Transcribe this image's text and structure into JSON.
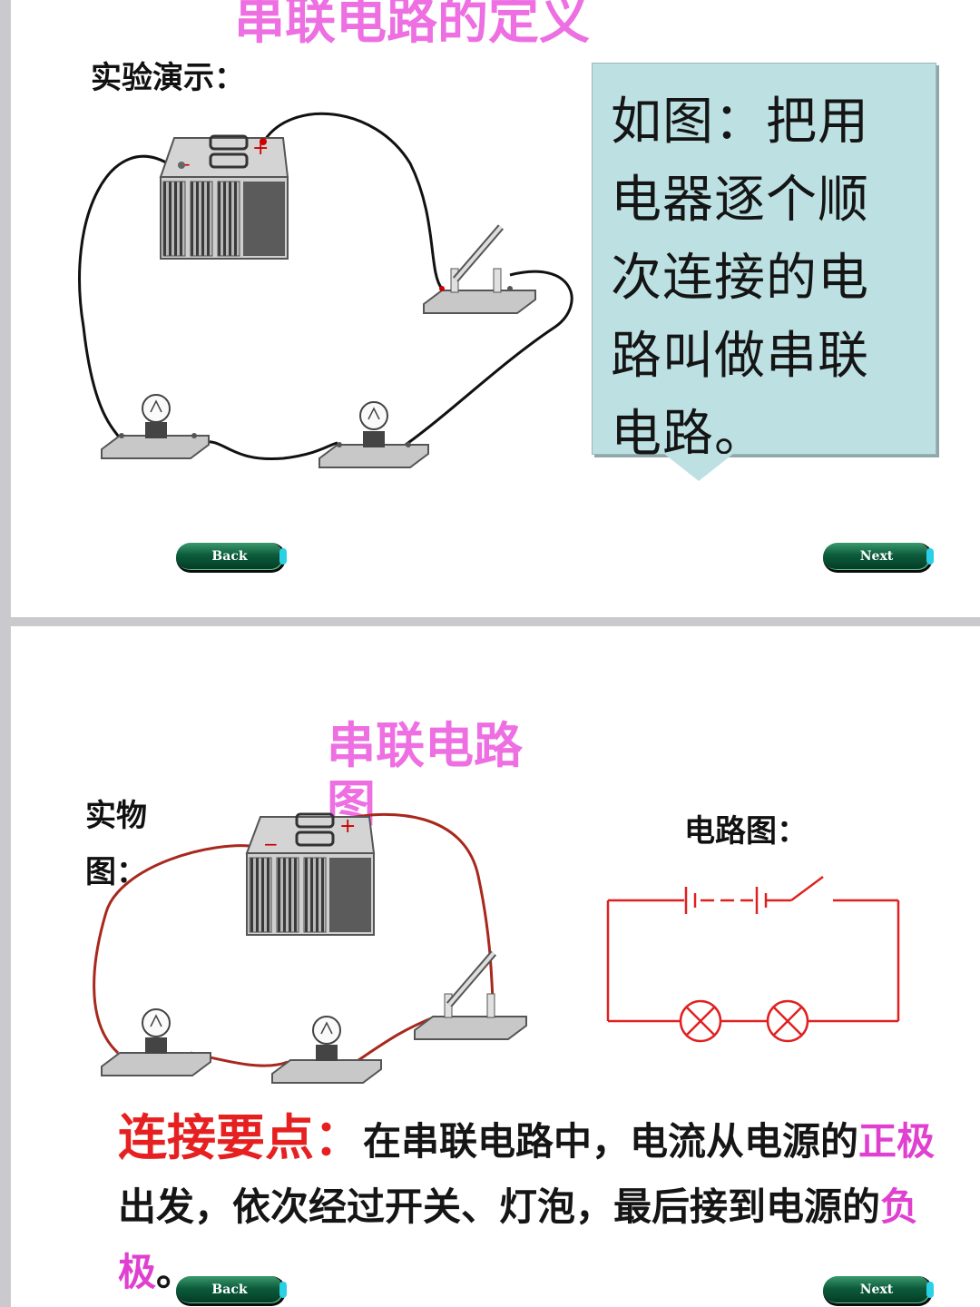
{
  "slide1": {
    "title": "串联电路的定义",
    "demo_label": "实验演示：",
    "callout_text": "如图：把用电器逐个顺次连接的电路叫做串联电路。",
    "back_label": "Back",
    "next_label": "Next"
  },
  "slide2": {
    "title_line1": "串联电路",
    "title_line2": "图",
    "physical_label_line1": "实物",
    "physical_label_line2": "图：",
    "schematic_label": "电路图：",
    "key_points_label": "连接要点：",
    "text_part1": "在串联电路中，电流从电源的",
    "positive_pole": "正极",
    "text_part2": "出发，依次经过开关、灯泡，最后接到电源的",
    "negative_pole": "负极",
    "text_part3": "。",
    "back_label": "Back",
    "next_label": "Next"
  },
  "colors": {
    "title_pink": "#ee6fe2",
    "callout_bg": "#bde1e3",
    "schematic_red": "#e02020",
    "wire_brown": "#a8281c",
    "button_green": "#0c5c3c"
  }
}
